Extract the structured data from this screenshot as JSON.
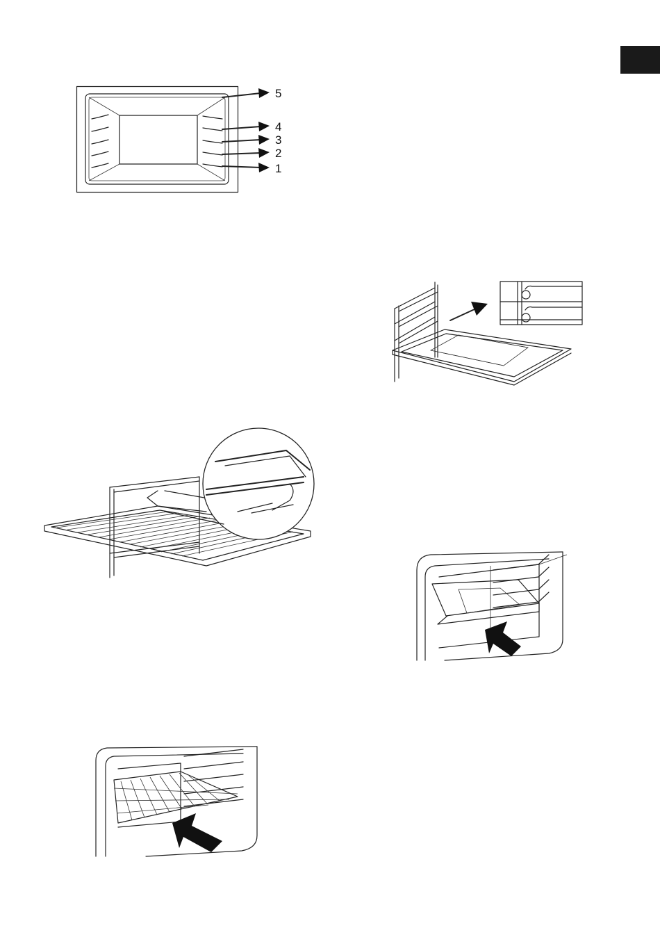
{
  "page": {
    "tab_color": "#1a1a1a",
    "shelf_levels": [
      "5",
      "4",
      "3",
      "2",
      "1"
    ]
  },
  "figures": [
    {
      "id": "shelf-positions-diagram",
      "icon": "oven-front-diagram"
    },
    {
      "id": "baking-tray-guide-detail",
      "icon": "tray-on-rails-illustration"
    },
    {
      "id": "wire-rack-guide-detail",
      "icon": "rack-on-rails-illustration"
    },
    {
      "id": "tray-insert-illustration",
      "icon": "tray-insert-illustration"
    },
    {
      "id": "rack-insert-illustration",
      "icon": "rack-insert-illustration"
    }
  ]
}
